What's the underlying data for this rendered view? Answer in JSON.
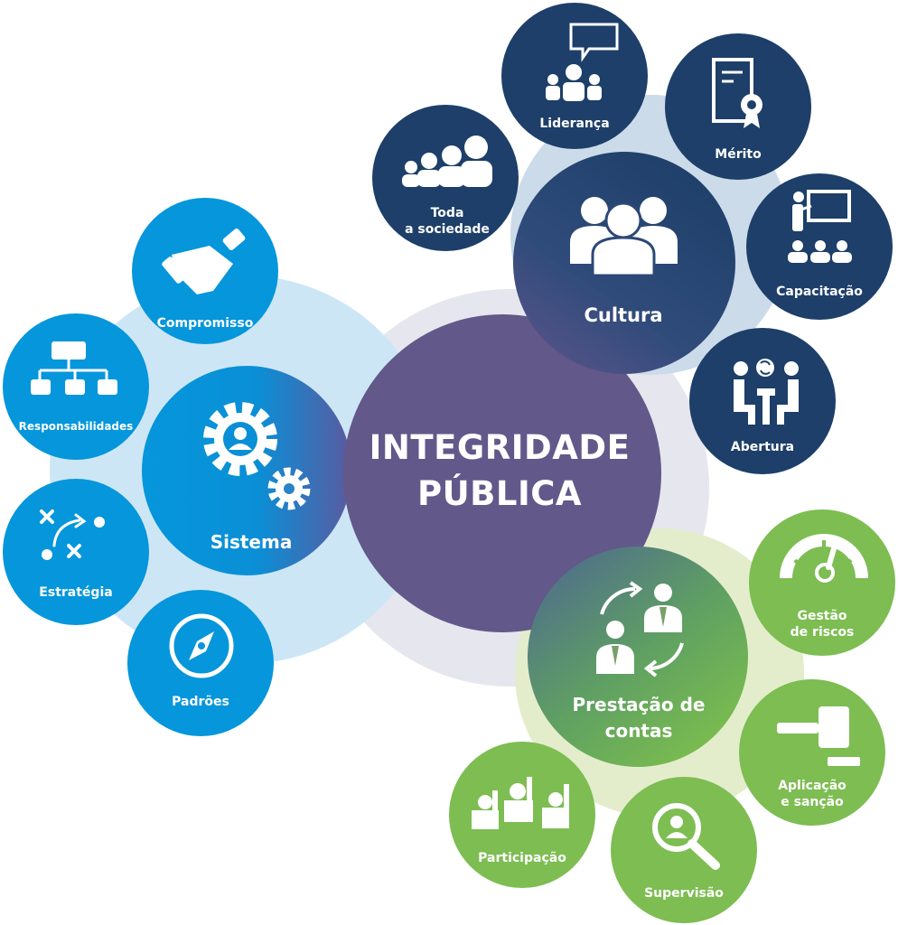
{
  "center": {
    "line1": "INTEGRIDADE",
    "line2": "PÚBLICA"
  },
  "sistema": {
    "label": "Sistema",
    "items": {
      "compromisso": "Compromisso",
      "responsabilidades": "Responsabilidades",
      "estrategia": "Estratégia",
      "padroes": "Padrões"
    }
  },
  "cultura": {
    "label": "Cultura",
    "items": {
      "toda_sociedade": {
        "line1": "Toda",
        "line2": "a sociedade"
      },
      "lideranca": "Liderança",
      "merito": "Mérito",
      "capacitacao": "Capacitação",
      "abertura": "Abertura"
    }
  },
  "prestacao": {
    "line1": "Prestação de",
    "line2": "contas",
    "items": {
      "gestao": {
        "line1": "Gestão",
        "line2": "de riscos"
      },
      "aplicacao": {
        "line1": "Aplicação",
        "line2": "e sanção"
      },
      "supervisao": "Supervisão",
      "participacao": "Participação"
    }
  },
  "colors": {
    "blue": "#0596db",
    "navy": "#1d3f69",
    "purple": "#625889",
    "green": "#7dbd52"
  }
}
